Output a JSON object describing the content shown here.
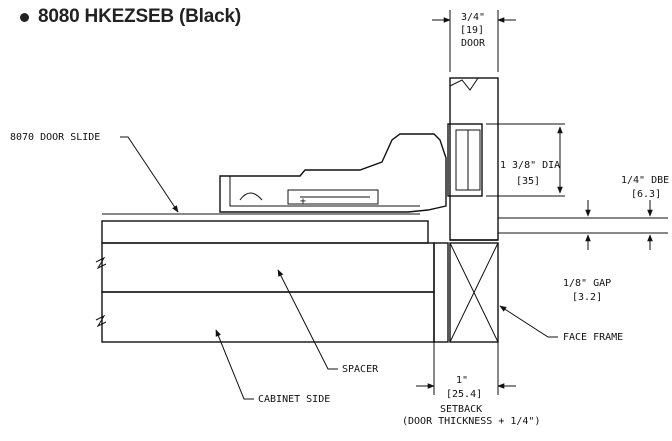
{
  "title": "8080 HKEZSEB (Black)",
  "labels": {
    "door_w1": "3/4\"",
    "door_w2": "[19]",
    "door_w3": "DOOR",
    "slide": "8070 DOOR SLIDE",
    "dia1": "1 3/8\" DIA",
    "dia2": "[35]",
    "dbe1": "1/4\" DBE",
    "dbe2": "[6.3]",
    "gap1": "1/8\" GAP",
    "gap2": "[3.2]",
    "face": "FACE FRAME",
    "spacer": "SPACER",
    "cab": "CABINET SIDE",
    "set1": "1\"",
    "set2": "[25.4]",
    "set3": "SETBACK",
    "set4": "(DOOR THICKNESS + 1/4\")"
  }
}
